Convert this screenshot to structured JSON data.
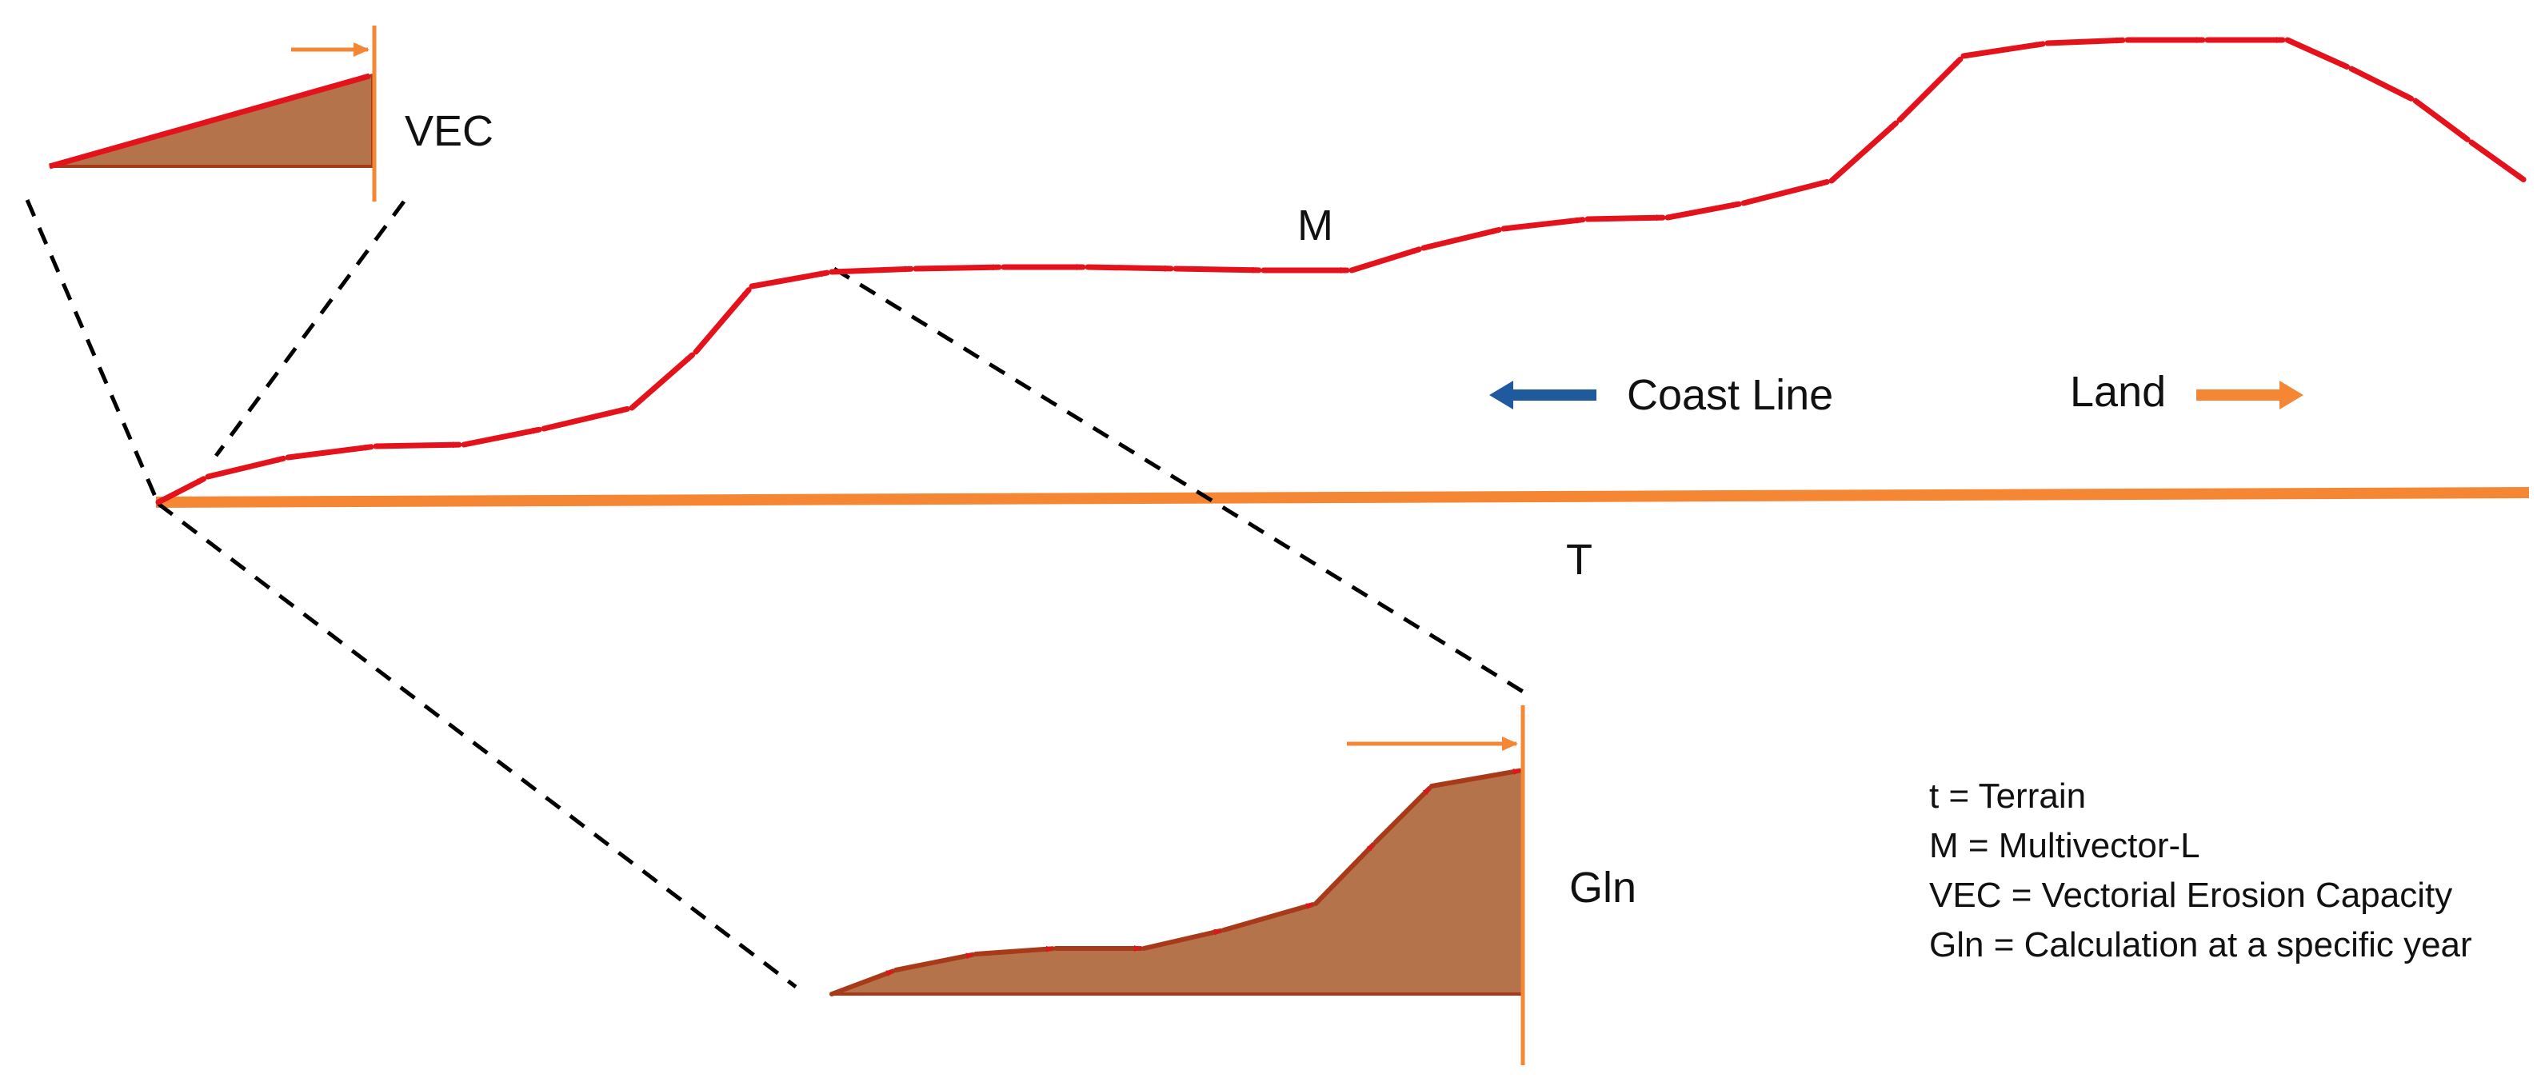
{
  "labels": {
    "vec": "VEC",
    "m": "M",
    "t": "T",
    "gln": "Gln",
    "coast_line": "Coast Line",
    "land": "Land"
  },
  "legend": [
    "t = Terrain",
    "M = Multivector-L",
    "VEC  = Vectorial Erosion Capacity",
    "Gln = Calculation at a specific year"
  ],
  "colors": {
    "vector_red": "#e3121b",
    "terrain_orange": "#f58634",
    "fill_brown": "#b5734b",
    "fill_outline": "#a83a1a",
    "coast_blue": "#1f5a9e",
    "dashed": "#000000"
  },
  "icons": {
    "coast_arrow": "arrow-left-icon",
    "land_arrow": "arrow-right-icon"
  }
}
